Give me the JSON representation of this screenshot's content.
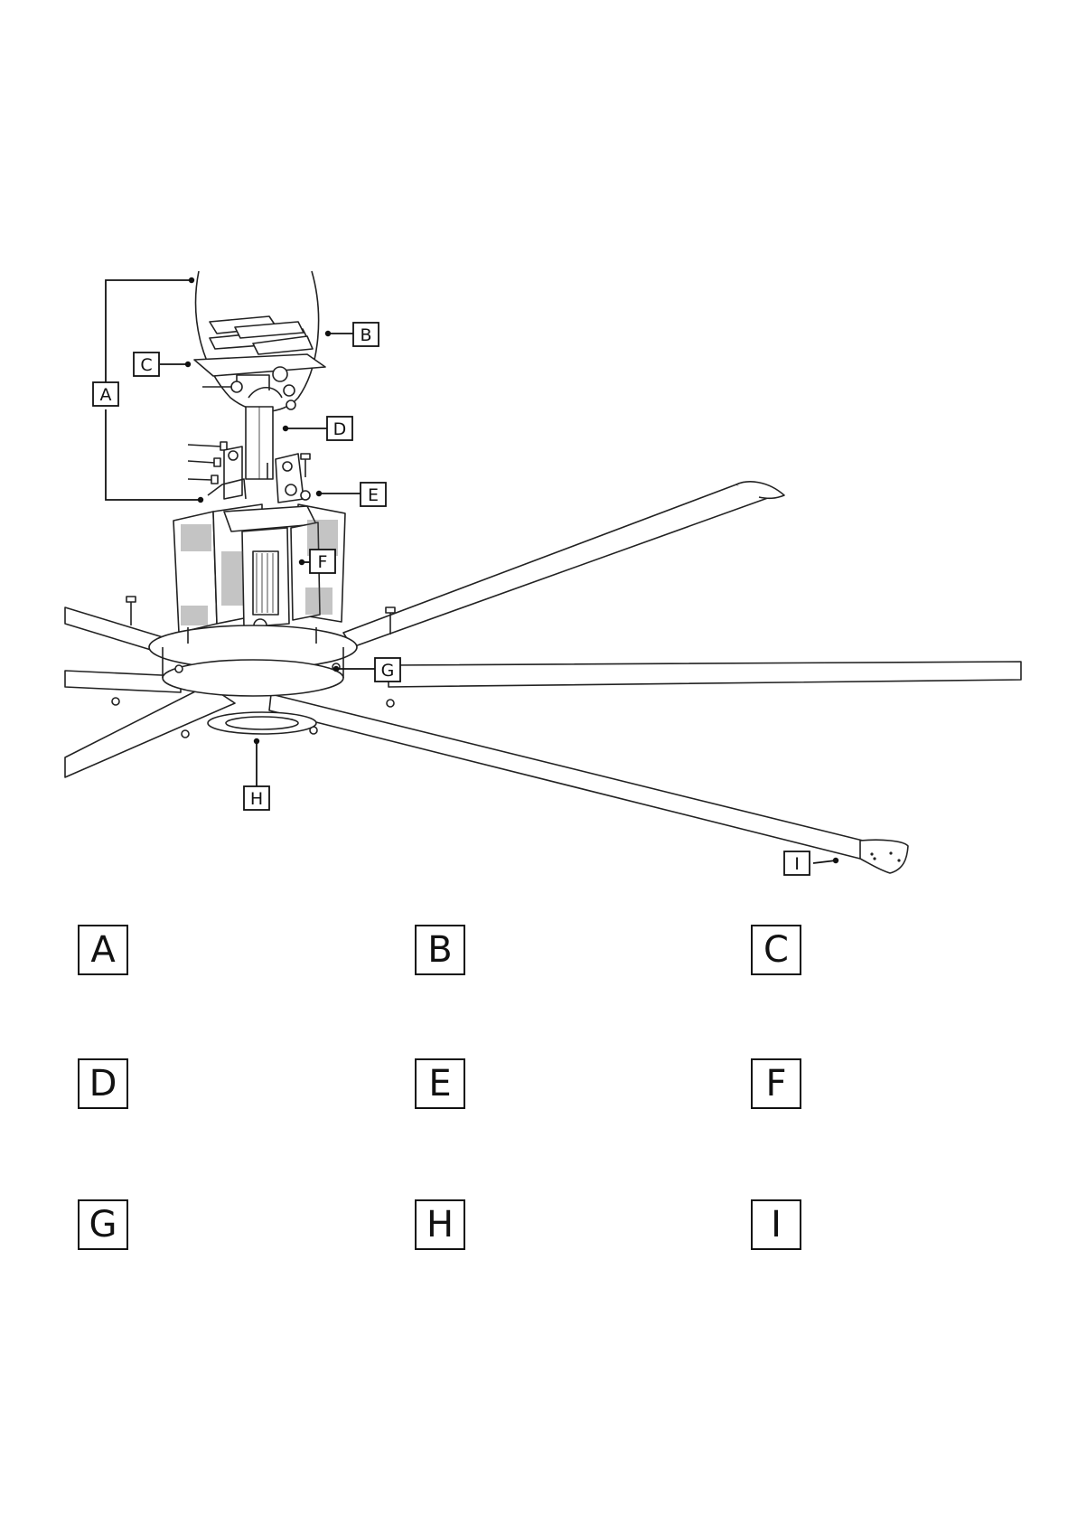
{
  "callouts": [
    {
      "id": "A",
      "label": "A"
    },
    {
      "id": "B",
      "label": "B"
    },
    {
      "id": "C",
      "label": "C"
    },
    {
      "id": "D",
      "label": "D"
    },
    {
      "id": "E",
      "label": "E"
    },
    {
      "id": "F",
      "label": "F"
    },
    {
      "id": "G",
      "label": "G"
    },
    {
      "id": "H",
      "label": "H"
    },
    {
      "id": "I",
      "label": "I"
    }
  ],
  "legend": [
    {
      "label": "A",
      "description": ""
    },
    {
      "label": "B",
      "description": ""
    },
    {
      "label": "C",
      "description": ""
    },
    {
      "label": "D",
      "description": ""
    },
    {
      "label": "E",
      "description": ""
    },
    {
      "label": "F",
      "description": ""
    },
    {
      "label": "G",
      "description": ""
    },
    {
      "label": "H",
      "description": ""
    },
    {
      "label": "I",
      "description": ""
    }
  ]
}
